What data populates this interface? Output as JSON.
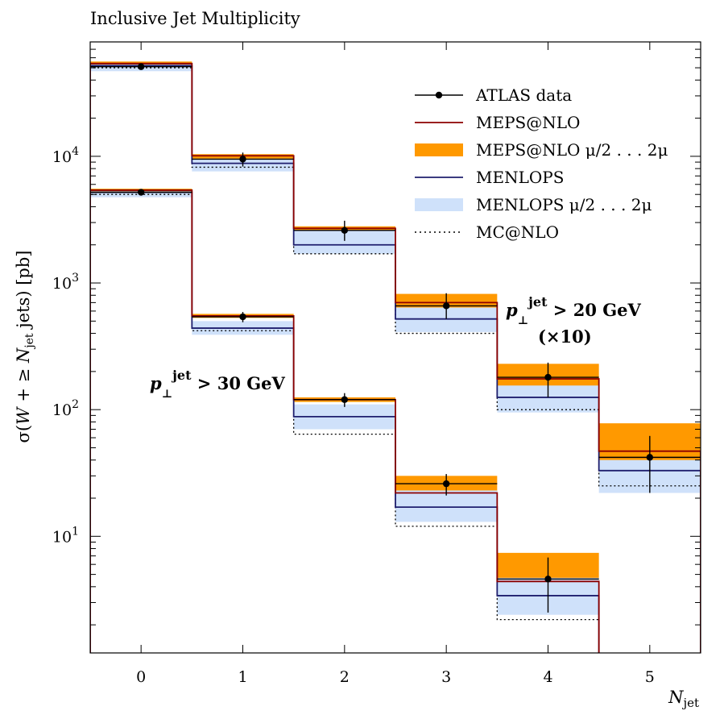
{
  "chart_data": {
    "type": "line",
    "title": "Inclusive Jet Multiplicity",
    "xlabel": "N_jet",
    "ylabel": "σ(W + ≥ N_jet jets) [pb]",
    "yscale": "log",
    "ylim": [
      1.2,
      80000
    ],
    "xlim": [
      -0.5,
      5.5
    ],
    "x_ticks": [
      "0",
      "1",
      "2",
      "3",
      "4",
      "5"
    ],
    "y_tick_labels": [
      "10^1",
      "10^2",
      "10^3",
      "10^4"
    ],
    "legend_position": "top-right",
    "colors": {
      "data": "#000000",
      "mepsnlo": "#8b0000",
      "mepsnlo_band": "#ff9900",
      "menlops": "#1f1f6e",
      "menlops_band": "#cfe1fa",
      "mcnlo": "#000000"
    },
    "legend": [
      {
        "key": "data",
        "label": "ATLAS data"
      },
      {
        "key": "mepsnlo",
        "label": "MEPS@NLO"
      },
      {
        "key": "mepsnlo_band",
        "label": "MEPS@NLO μ/2 . . . 2μ"
      },
      {
        "key": "menlops",
        "label": "MENLOPS"
      },
      {
        "key": "menlops_band",
        "label": "MENLOPS μ/2 . . . 2μ"
      },
      {
        "key": "mcnlo",
        "label": "MC@NLO"
      }
    ],
    "annotations": [
      {
        "text": "p⊥jet > 20 GeV (×10)",
        "line1": "p⊥jet > 20 GeV",
        "line2": "(×10)"
      },
      {
        "text": "p⊥jet > 30 GeV"
      }
    ],
    "datasets": [
      {
        "name": "p⊥jet > 20 GeV (×10)",
        "x": [
          0,
          1,
          2,
          3,
          4,
          5
        ],
        "data": [
          51000,
          9500,
          2600,
          660,
          180,
          42
        ],
        "data_err_low": [
          48500,
          8300,
          2150,
          520,
          125,
          22
        ],
        "data_err_high": [
          53500,
          10700,
          3100,
          830,
          235,
          62
        ],
        "mepsnlo": [
          54000,
          10100,
          2700,
          700,
          175,
          47
        ],
        "mepsnlo_band_low": [
          53000,
          9600,
          2550,
          600,
          135,
          32
        ],
        "mepsnlo_band_high": [
          56000,
          10400,
          2800,
          820,
          230,
          78
        ],
        "menlops": [
          52000,
          8800,
          2000,
          520,
          125,
          33
        ],
        "menlops_band_low": [
          47000,
          7600,
          1700,
          410,
          95,
          22
        ],
        "menlops_band_high": [
          53000,
          9400,
          2600,
          640,
          155,
          40
        ],
        "mcnlo": [
          50000,
          8200,
          1700,
          400,
          100,
          25
        ]
      },
      {
        "name": "p⊥jet > 30 GeV",
        "x": [
          0,
          1,
          2,
          3,
          4
        ],
        "data": [
          5200,
          540,
          120,
          26,
          4.6
        ],
        "data_err_low": [
          4950,
          490,
          105,
          21,
          2.5
        ],
        "data_err_high": [
          5450,
          590,
          135,
          31,
          6.8
        ],
        "mepsnlo": [
          5400,
          550,
          120,
          22,
          4.4
        ],
        "mepsnlo_band_low": [
          5250,
          530,
          115,
          17,
          3.2
        ],
        "mepsnlo_band_high": [
          5550,
          570,
          125,
          30,
          7.4
        ],
        "menlops": [
          5200,
          440,
          88,
          17,
          3.4
        ],
        "menlops_band_low": [
          4750,
          390,
          70,
          13,
          2.4
        ],
        "menlops_band_high": [
          5300,
          500,
          110,
          23,
          4.7
        ],
        "mcnlo": [
          5000,
          420,
          64,
          12,
          2.2
        ]
      }
    ]
  }
}
